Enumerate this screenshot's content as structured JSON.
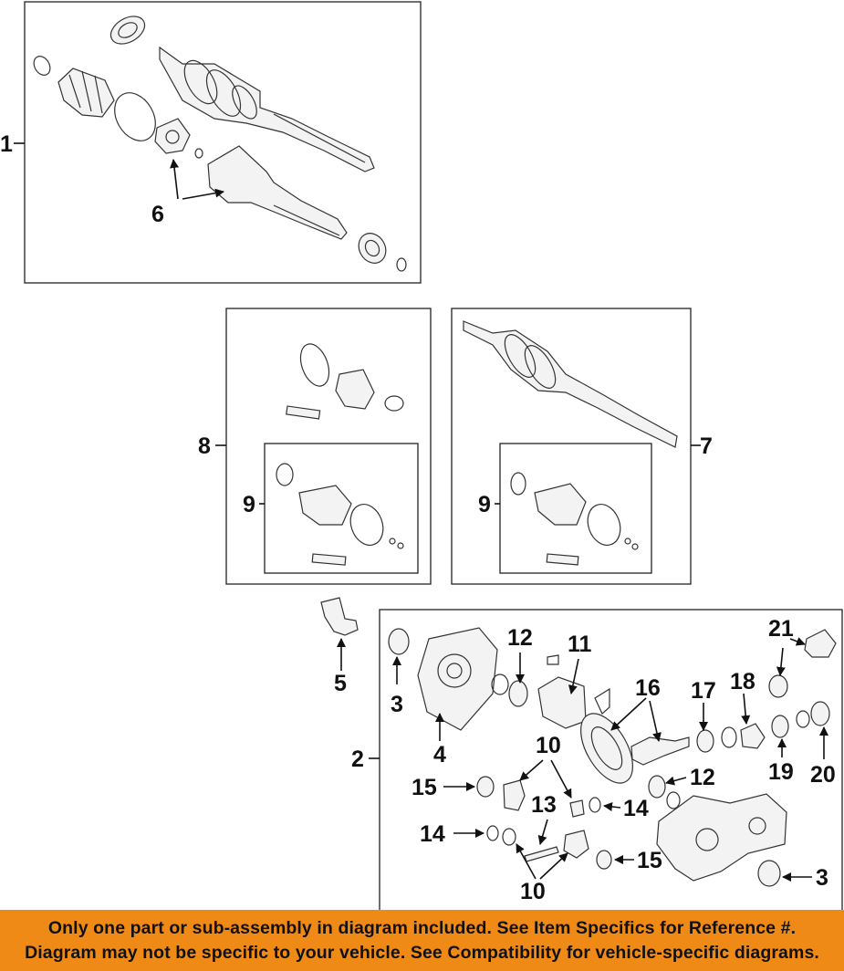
{
  "callouts": {
    "c1": "1",
    "c2": "2",
    "c3a": "3",
    "c3b": "3",
    "c4": "4",
    "c5": "5",
    "c6": "6",
    "c7": "7",
    "c8": "8",
    "c9a": "9",
    "c9b": "9",
    "c10a": "10",
    "c10b": "10",
    "c11": "11",
    "c12a": "12",
    "c12b": "12",
    "c13": "13",
    "c14a": "14",
    "c14b": "14",
    "c15a": "15",
    "c15b": "15",
    "c16": "16",
    "c17": "17",
    "c18": "18",
    "c19": "19",
    "c20": "20",
    "c21": "21"
  },
  "footer": {
    "line1": "Only one part or sub-assembly in diagram included. See Item Specifics for Reference #.",
    "line2": "Diagram may not be specific to your vehicle. See Compatibility for vehicle-specific diagrams."
  },
  "colors": {
    "banner": "#f08a17",
    "line": "#222222"
  }
}
